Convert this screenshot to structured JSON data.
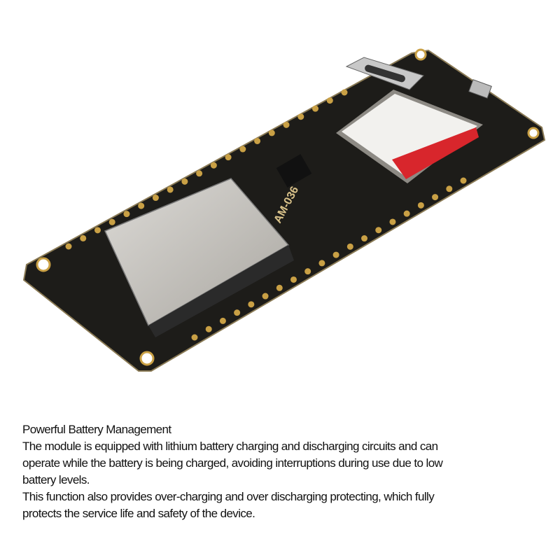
{
  "product": {
    "board_label": "AM-036",
    "colors": {
      "pcb": "#1b1a17",
      "shield": "#c9c7c2",
      "module_red": "#d8262c",
      "pad_gold": "#c9a045"
    }
  },
  "description": {
    "title": "Powerful Battery Management",
    "lines": [
      "The module is equipped with lithium battery charging and discharging circuits and can",
      "operate while the battery is being charged, avoiding interruptions during use due to low",
      "battery levels.",
      "This function also provides over-charging and over discharging protecting, which fully",
      "protects the service life and safety of the device."
    ]
  }
}
